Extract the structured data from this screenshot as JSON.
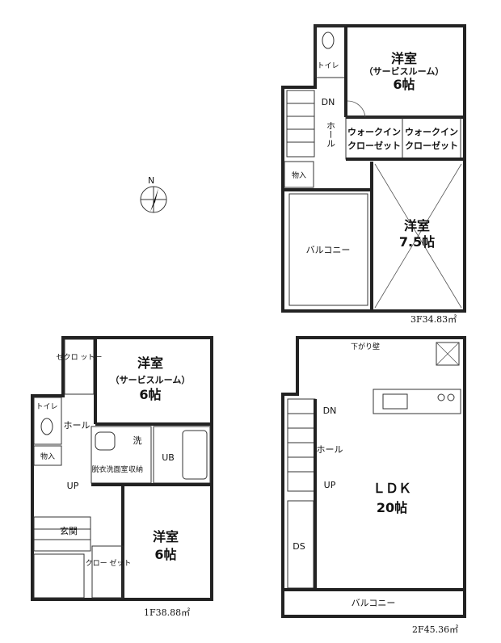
{
  "compass": {
    "label": "N"
  },
  "floor3": {
    "toilet": "トイレ",
    "room_a_title": "洋室",
    "room_a_sub": "（サービスルーム）",
    "room_a_size": "6帖",
    "dn": "DN",
    "hall": "ホール",
    "wic1": [
      "ウォークイン",
      "クローゼット"
    ],
    "wic2": [
      "ウォークイン",
      "クローゼット"
    ],
    "storage": "物入",
    "balcony": "バルコニー",
    "room_b_title": "洋室",
    "room_b_size": "7.5帖",
    "area": "3F34.83㎡"
  },
  "floor1": {
    "closet_a": "ゼクロ\nットー",
    "room_a_title": "洋室",
    "room_a_sub": "（サービスルーム）",
    "room_a_size": "6帖",
    "toilet": "トイレ",
    "hall": "ホール",
    "washroom": "脱衣洗面室",
    "washer": "洗",
    "stock": "収納",
    "ub": "UB",
    "storage": "物入",
    "up": "UP",
    "entrance": "玄関",
    "room_b_title": "洋室",
    "room_b_size": "6帖",
    "closet_b": "クロー\nゼット",
    "area": "1F38.88㎡"
  },
  "floor2": {
    "lowered_wall": "下がり壁",
    "dn": "DN",
    "hall": "ホール",
    "up": "UP",
    "ldk": "ＬＤＫ",
    "ldk_size": "20帖",
    "ds": "DS",
    "balcony": "バルコニー",
    "area": "2F45.36㎡"
  }
}
